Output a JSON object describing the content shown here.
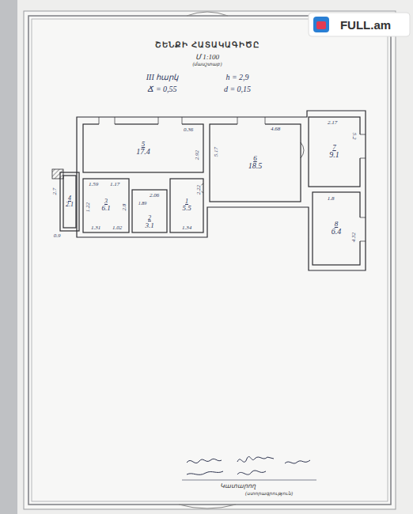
{
  "diagram": {
    "title": "ՇԵՆՔԻ ՀԱՏԱԿԱԳԻԾԸ",
    "nodes": [
      {
        "text": [
          "5",
          "17.4"
        ]
      },
      {
        "text": [
          "6",
          "18.5"
        ]
      },
      {
        "text": [
          "7",
          "9.1"
        ]
      },
      {
        "text": [
          "8",
          "6.4"
        ]
      },
      {
        "text": [
          "4",
          "2.1"
        ]
      },
      {
        "text": [
          "3",
          "6.1"
        ]
      },
      {
        "text": [
          "2",
          "3.1"
        ]
      },
      {
        "text": [
          "1",
          "5.5"
        ]
      }
    ],
    "labels": [
      "Մ 1:100",
      "(մասշտաբ)",
      "III հարկ",
      "h = 2,9",
      "Ճ = 0,55",
      "d = 0,15",
      "0.36",
      "4.68",
      "2.17",
      "5.2",
      "2.92",
      "5.17",
      "1.59",
      "1.17",
      "2.06",
      "1.89",
      "2.8",
      "1.02",
      "1.31",
      "1.34",
      "0.9",
      "1.22",
      "2.7",
      "2.22",
      "1.8",
      "4.32",
      "Կատարող",
      "(ստորագրություն)",
      "FULL.am"
    ]
  }
}
